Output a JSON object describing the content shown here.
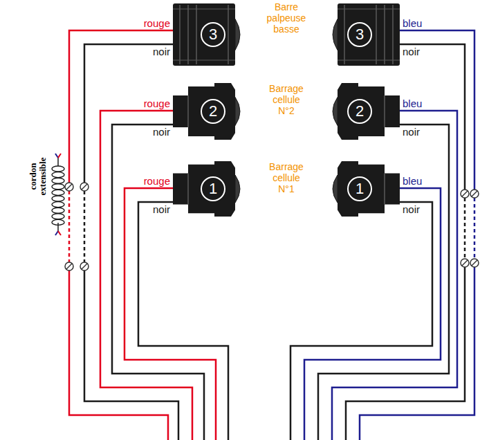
{
  "diagram": {
    "nodes": [
      {
        "text": [
          "3"
        ]
      },
      {
        "text": [
          "3"
        ]
      },
      {
        "text": [
          "2"
        ]
      },
      {
        "text": [
          "2"
        ]
      },
      {
        "text": [
          "1"
        ]
      },
      {
        "text": [
          "1"
        ]
      }
    ],
    "labels": [
      "rouge",
      "noir",
      "Barre palpeuse basse",
      "bleu",
      "noir",
      "rouge",
      "noir",
      "Barrage cellule N°2",
      "bleu",
      "noir",
      "rouge",
      "noir",
      "Barrage cellule N°1",
      "bleu",
      "noir",
      "cordon extensible"
    ]
  }
}
